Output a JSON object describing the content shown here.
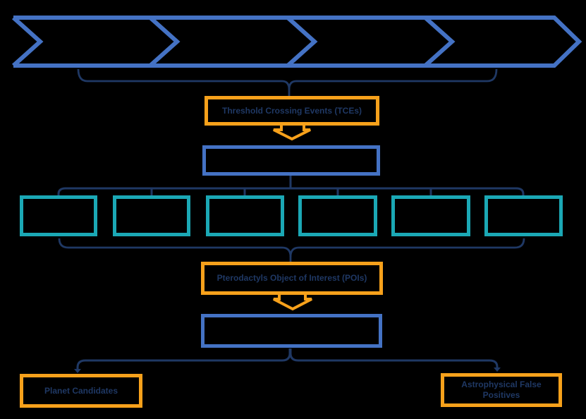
{
  "diagram": {
    "type": "pipeline-flowchart",
    "chevron_segment_count": 4,
    "detail_box_count": 6
  },
  "labels": {
    "tce": "Threshold Crossing Events (TCEs)",
    "poi": "Pterodactyls Object of Interest (POIs)",
    "planet_candidates": "Planet Candidates",
    "astro_false_positives": "Astrophysical False Positives"
  },
  "colors": {
    "background": "#000000",
    "accent_blue": "#4472C4",
    "navy": "#1F3864",
    "orange": "#F7A11B",
    "teal": "#1BA8B5",
    "text": "#1F3864"
  }
}
